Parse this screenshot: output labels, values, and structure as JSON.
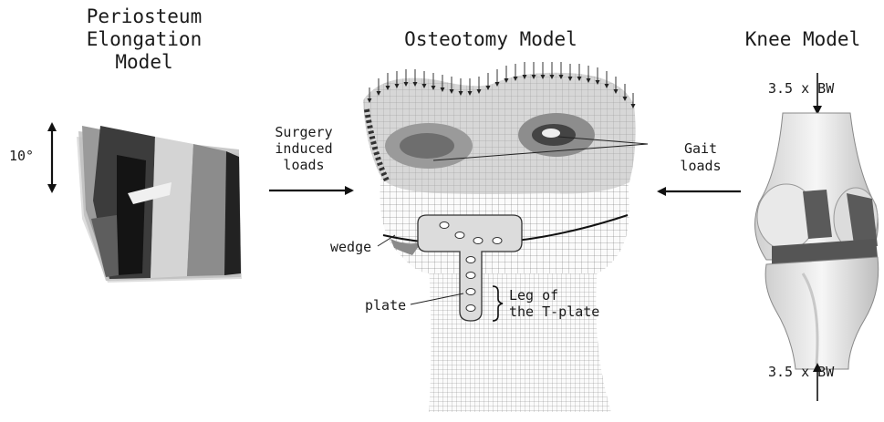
{
  "titles": {
    "left": [
      "Periosteum",
      "Elongation",
      "Model"
    ],
    "center": "Osteotomy Model",
    "right": "Knee Model"
  },
  "labels": {
    "angle": "10°",
    "surgery_loads": [
      "Surgery",
      "induced",
      "loads"
    ],
    "gait_loads": [
      "Gait",
      "loads"
    ],
    "wedge": "wedge",
    "plate": "plate",
    "leg_of_tplate": [
      "Leg of",
      "the T-plate"
    ],
    "load_top": "3.5 x BW",
    "load_bottom": "3.5 x BW"
  }
}
